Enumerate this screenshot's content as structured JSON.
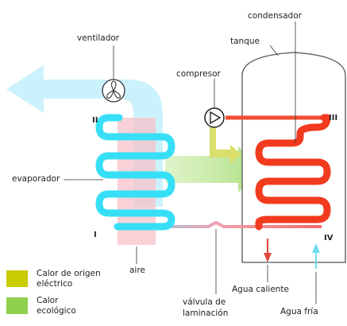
{
  "labels": {
    "ventilador": "ventilador",
    "compresor": "compresor",
    "condensador": "condensador",
    "tanque": "tanque",
    "evaporador": "evaporador",
    "aire": "aire",
    "valvula_line1": "válvula de",
    "valvula_line2": "laminación",
    "agua_caliente": "Agua caliente",
    "agua_fria": "Agua fría"
  },
  "points": {
    "p1": "I",
    "p2": "II",
    "p3": "III",
    "p4": "IV"
  },
  "legend": [
    {
      "line1": "Calor de origen",
      "line2": "eléctrico",
      "color": "#c9cc00"
    },
    {
      "line1": "Calor",
      "line2": "ecológico",
      "color": "#8fd14f"
    }
  ],
  "colors": {
    "cold_refrigerant": "#33e0f7",
    "hot_refrigerant": "#f0301c",
    "warm_line": "#ef8f9e",
    "air_flow": "#bff0fa",
    "air_column": "#f7c3cb",
    "electric_heat": "#d6dd6a",
    "ecological_heat": "#b6e38e",
    "hot_water": "#e8443a",
    "cold_water": "#6ee0f0"
  }
}
